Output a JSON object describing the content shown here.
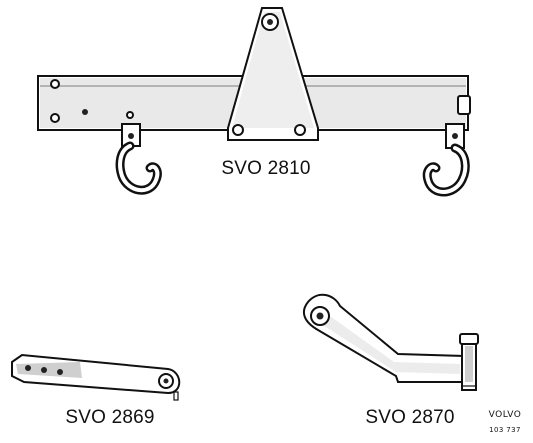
{
  "parts": [
    {
      "id": "beam",
      "label": "SVO 2810"
    },
    {
      "id": "link-bar",
      "label": "SVO 2869"
    },
    {
      "id": "angled-bracket",
      "label": "SVO 2870"
    }
  ],
  "stamp": {
    "brand": "VOLVO",
    "number": "103 737"
  }
}
